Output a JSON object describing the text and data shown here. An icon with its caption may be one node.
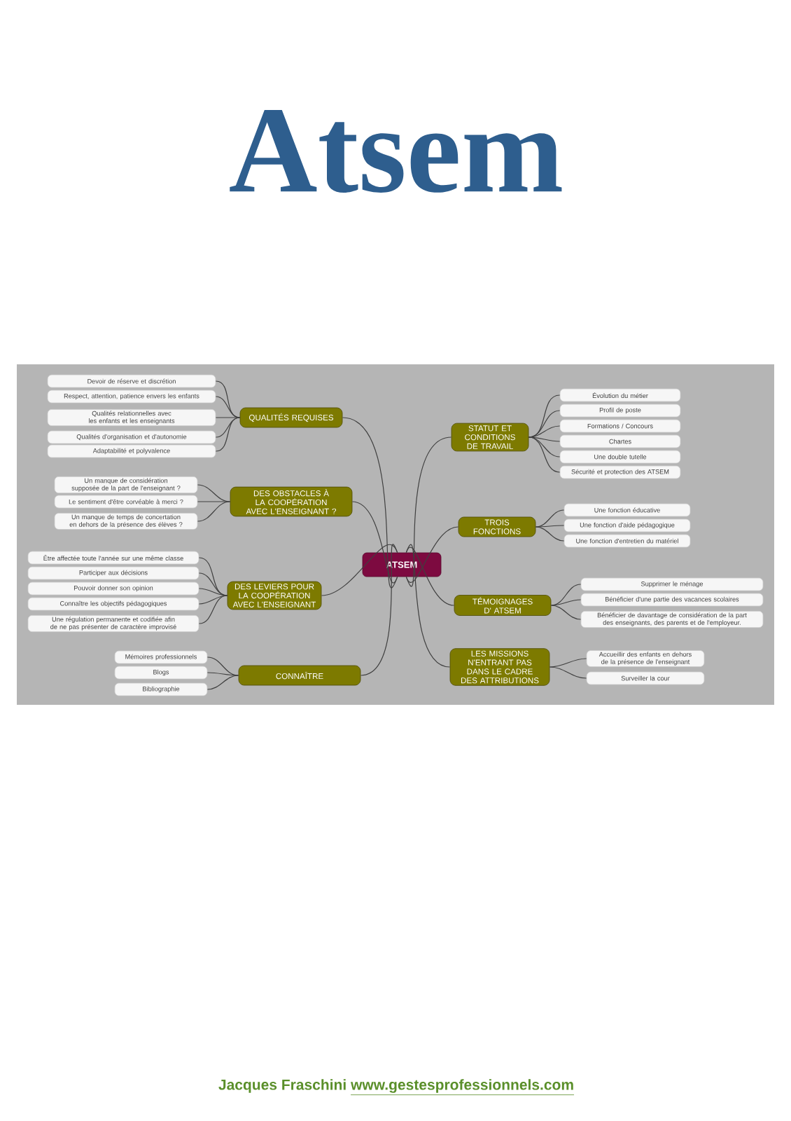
{
  "diagram": {
    "title": "Atsem",
    "nodes": [
      {
        "text": [
          "ATSEM"
        ]
      },
      {
        "text": [
          "QUALITÉS REQUISES"
        ]
      },
      {
        "text": [
          "Devoir de réserve et discrétion"
        ]
      },
      {
        "text": [
          "Respect,  attention, patience envers les enfants"
        ]
      },
      {
        "text": [
          "Qualités relationnelles avec les enfants et les enseignants"
        ]
      },
      {
        "text": [
          "Qualités d'organisation et d'autonomie"
        ]
      },
      {
        "text": [
          "Adaptabilité et polyvalence"
        ]
      },
      {
        "text": [
          "DES OBSTACLES À LA COOPÉRATION AVEC L'ENSEIGNANT ?"
        ]
      },
      {
        "text": [
          "Un manque de considération supposée de la part de l'enseignant ?"
        ]
      },
      {
        "text": [
          "Le sentiment d'être corvéable à merci ?"
        ]
      },
      {
        "text": [
          "Un manque de temps de concertation en dehors de la présence des élèves ?"
        ]
      },
      {
        "text": [
          "DES LEVIERS POUR LA COOPÉRATION AVEC L'ENSEIGNANT"
        ]
      },
      {
        "text": [
          "Être affectée toute l'année sur une même classe"
        ]
      },
      {
        "text": [
          "Participer aux décisions"
        ]
      },
      {
        "text": [
          "Pouvoir donner son opinion"
        ]
      },
      {
        "text": [
          "Connaître les objectifs pédagogiques"
        ]
      },
      {
        "text": [
          "Une régulation permanente et codifiée afin de ne pas présenter de caractère improvisé"
        ]
      },
      {
        "text": [
          "CONNAÎTRE"
        ]
      },
      {
        "text": [
          "Mémoires professionnels"
        ]
      },
      {
        "text": [
          "Blogs"
        ]
      },
      {
        "text": [
          "Bibliographie"
        ]
      },
      {
        "text": [
          "STATUT ET CONDITIONS DE TRAVAIL"
        ]
      },
      {
        "text": [
          "Évolution du métier"
        ]
      },
      {
        "text": [
          "Profil de poste"
        ]
      },
      {
        "text": [
          "Formations / Concours"
        ]
      },
      {
        "text": [
          "Chartes"
        ]
      },
      {
        "text": [
          "Une double tutelle"
        ]
      },
      {
        "text": [
          "Sécurité et protection des ATSEM"
        ]
      },
      {
        "text": [
          "TROIS FONCTIONS"
        ]
      },
      {
        "text": [
          "Une fonction éducative"
        ]
      },
      {
        "text": [
          "Une fonction d'aide pédagogique"
        ]
      },
      {
        "text": [
          "Une fonction d'entretien du matériel"
        ]
      },
      {
        "text": [
          "TÉMOIGNAGES D' ATSEM"
        ]
      },
      {
        "text": [
          "Supprimer le ménage"
        ]
      },
      {
        "text": [
          "Bénéficier d'une partie des vacances scolaires"
        ]
      },
      {
        "text": [
          "Bénéficier de davantage de considération de la part des enseignants, des parents et de l'employeur."
        ]
      },
      {
        "text": [
          "LES MISSIONS N'ENTRANT PAS DANS LE CADRE DES ATTRIBUTIONS"
        ]
      },
      {
        "text": [
          "Accueillir des enfants en dehors de la présence de l'enseignant"
        ]
      },
      {
        "text": [
          "Surveiller la cour"
        ]
      }
    ],
    "edges": [
      {
        "from": 0,
        "to": 1,
        "arrow": "none"
      },
      {
        "from": 1,
        "to": 2,
        "arrow": "none"
      },
      {
        "from": 1,
        "to": 3,
        "arrow": "none"
      },
      {
        "from": 1,
        "to": 4,
        "arrow": "none"
      },
      {
        "from": 1,
        "to": 5,
        "arrow": "none"
      },
      {
        "from": 1,
        "to": 6,
        "arrow": "none"
      },
      {
        "from": 0,
        "to": 7,
        "arrow": "none"
      },
      {
        "from": 7,
        "to": 8,
        "arrow": "none"
      },
      {
        "from": 7,
        "to": 9,
        "arrow": "none"
      },
      {
        "from": 7,
        "to": 10,
        "arrow": "none"
      },
      {
        "from": 0,
        "to": 11,
        "arrow": "none"
      },
      {
        "from": 11,
        "to": 12,
        "arrow": "none"
      },
      {
        "from": 11,
        "to": 13,
        "arrow": "none"
      },
      {
        "from": 11,
        "to": 14,
        "arrow": "none"
      },
      {
        "from": 11,
        "to": 15,
        "arrow": "none"
      },
      {
        "from": 11,
        "to": 16,
        "arrow": "none"
      },
      {
        "from": 0,
        "to": 17,
        "arrow": "none"
      },
      {
        "from": 17,
        "to": 18,
        "arrow": "none"
      },
      {
        "from": 17,
        "to": 19,
        "arrow": "none"
      },
      {
        "from": 17,
        "to": 20,
        "arrow": "none"
      },
      {
        "from": 0,
        "to": 21,
        "arrow": "none"
      },
      {
        "from": 21,
        "to": 22,
        "arrow": "none"
      },
      {
        "from": 21,
        "to": 23,
        "arrow": "none"
      },
      {
        "from": 21,
        "to": 24,
        "arrow": "none"
      },
      {
        "from": 21,
        "to": 25,
        "arrow": "none"
      },
      {
        "from": 21,
        "to": 26,
        "arrow": "none"
      },
      {
        "from": 21,
        "to": 27,
        "arrow": "none"
      },
      {
        "from": 0,
        "to": 28,
        "arrow": "none"
      },
      {
        "from": 28,
        "to": 29,
        "arrow": "none"
      },
      {
        "from": 28,
        "to": 30,
        "arrow": "none"
      },
      {
        "from": 28,
        "to": 31,
        "arrow": "none"
      },
      {
        "from": 0,
        "to": 32,
        "arrow": "none"
      },
      {
        "from": 32,
        "to": 33,
        "arrow": "none"
      },
      {
        "from": 32,
        "to": 34,
        "arrow": "none"
      },
      {
        "from": 32,
        "to": 35,
        "arrow": "none"
      },
      {
        "from": 0,
        "to": 36,
        "arrow": "none"
      },
      {
        "from": 36,
        "to": 37,
        "arrow": "none"
      },
      {
        "from": 36,
        "to": 38,
        "arrow": "none"
      }
    ],
    "labels": [
      "Jacques Fraschini",
      "www.gestesprofessionnels.com"
    ]
  }
}
